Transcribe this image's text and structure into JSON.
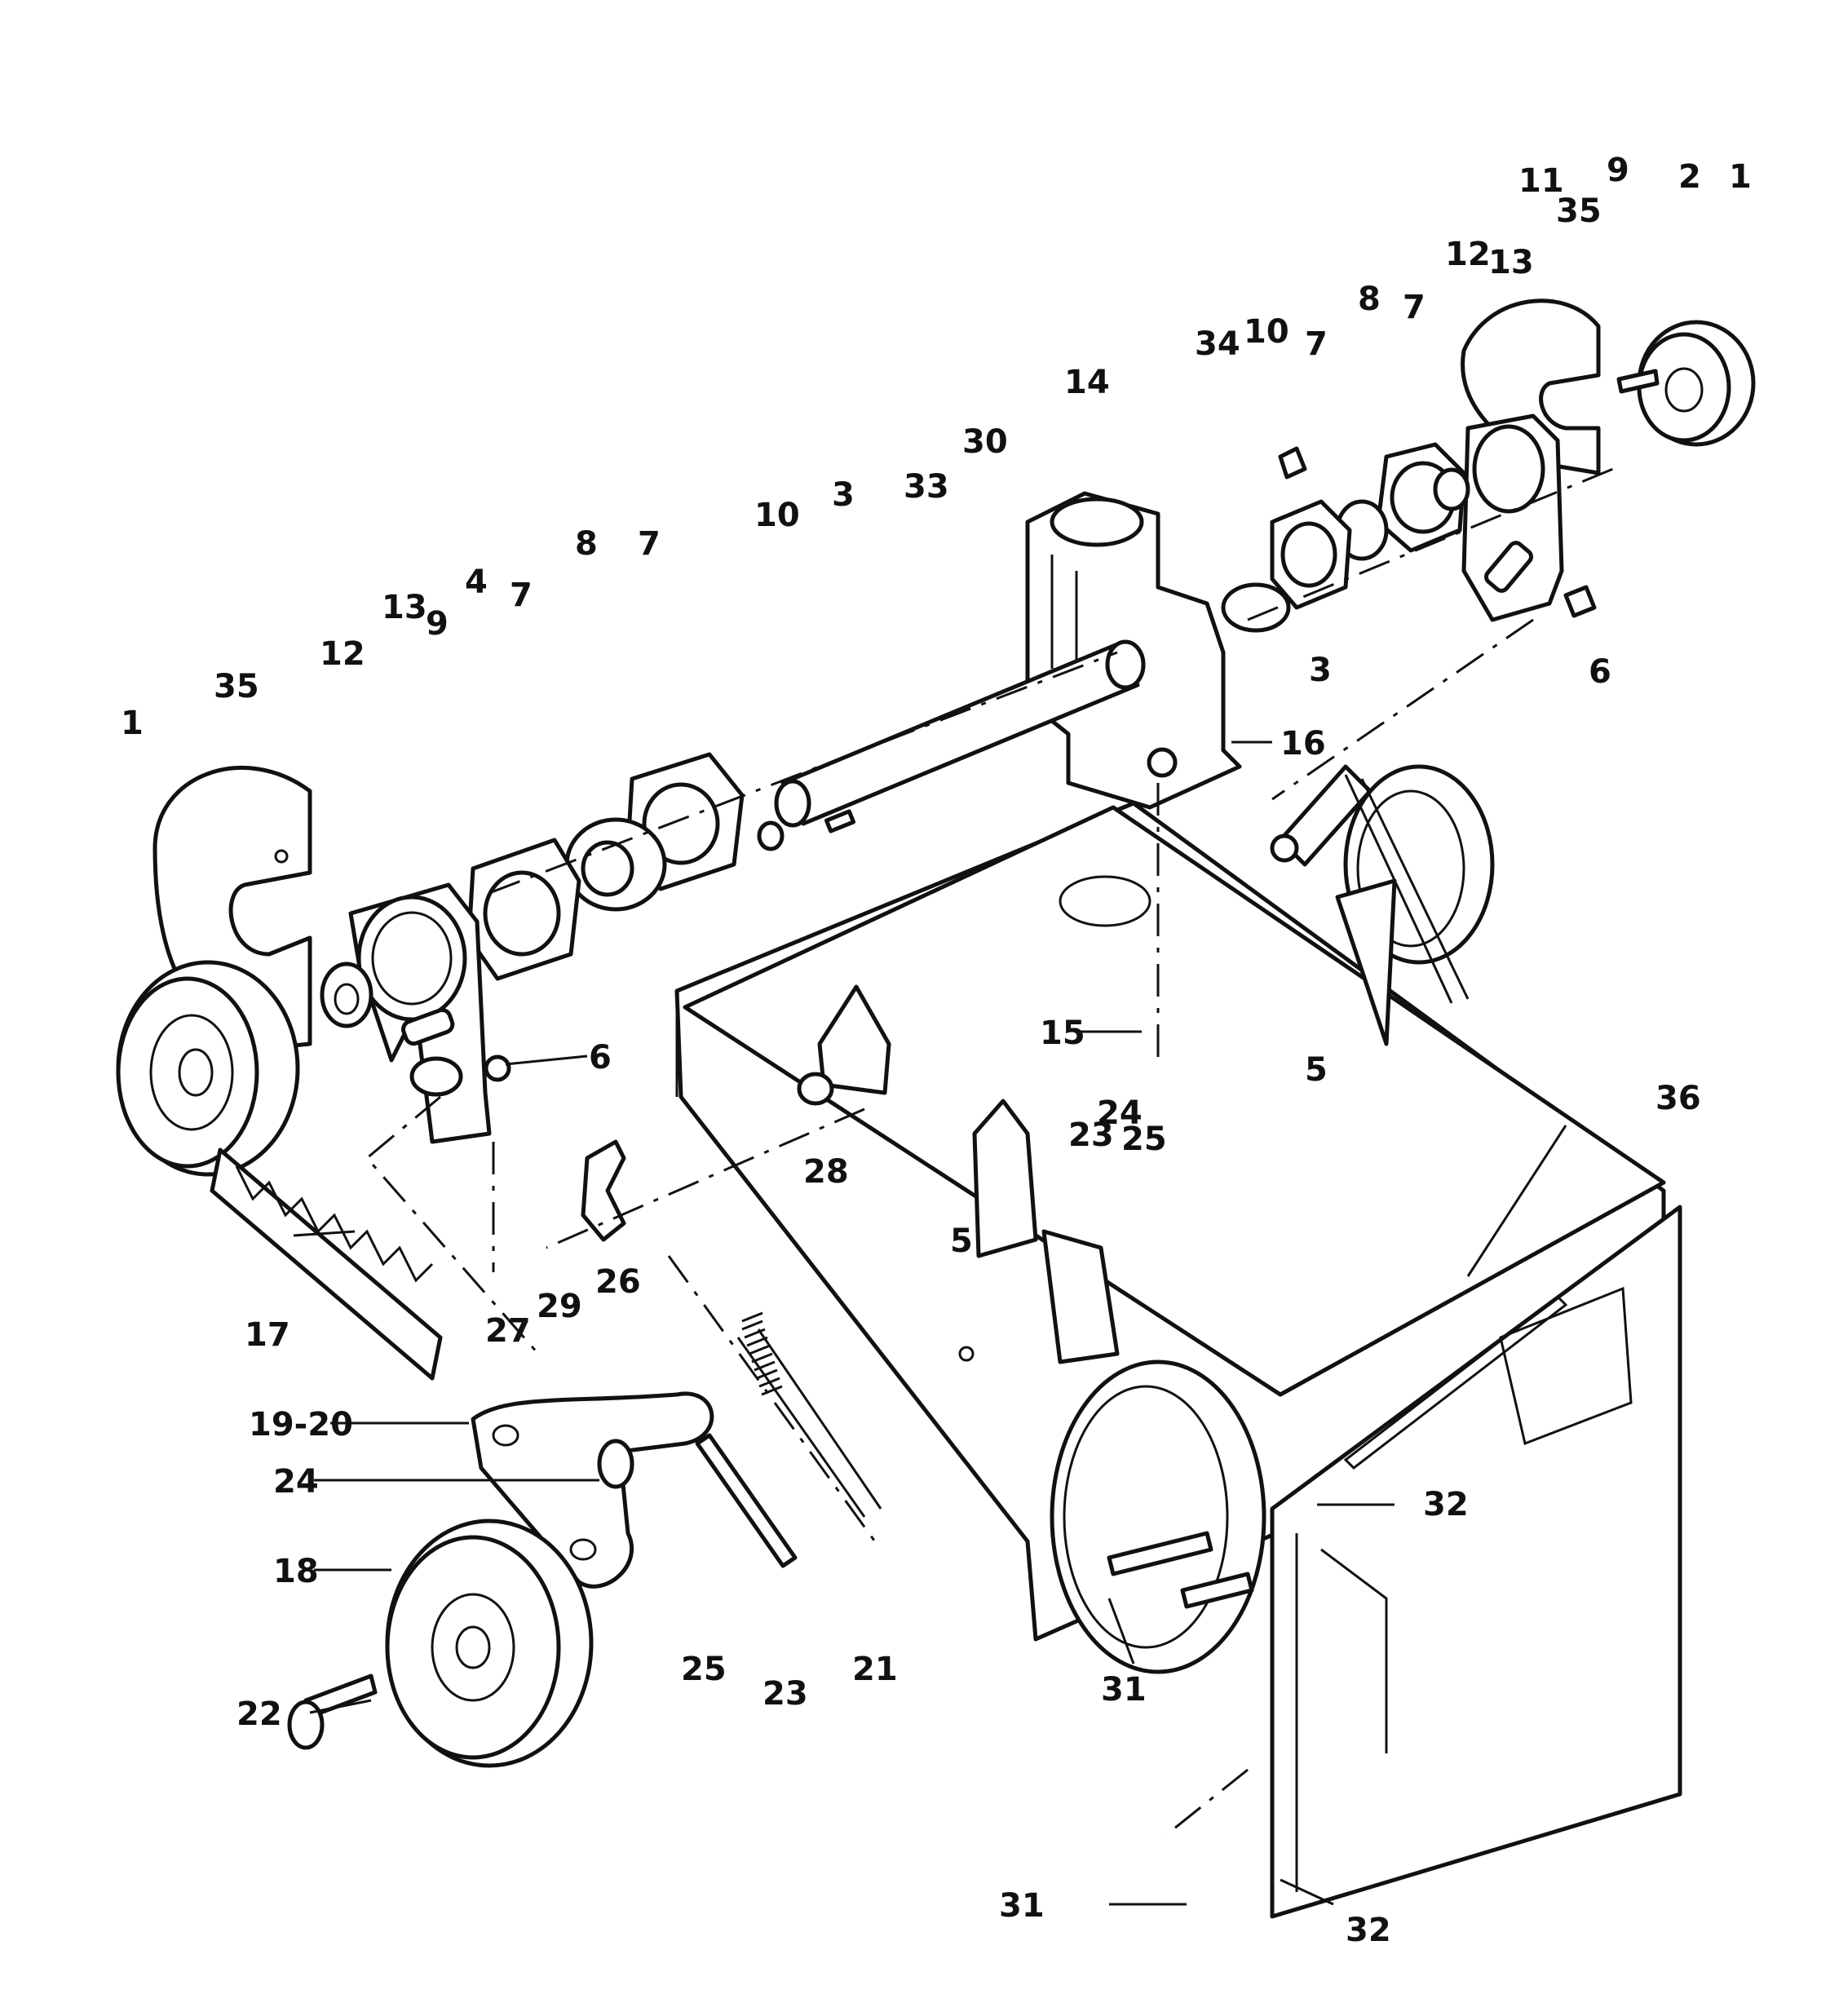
{
  "callouts": {
    "c1_left": "1",
    "c35_left": "35",
    "c12_left": "12",
    "c13_left": "13",
    "c9_left": "9",
    "c4": "4",
    "c7_left_a": "7",
    "c8_left": "8",
    "c7_left_b": "7",
    "c10_left": "10",
    "c3_top": "3",
    "c33": "33",
    "c30": "30",
    "c14": "14",
    "c34": "34",
    "c10_right": "10",
    "c7_right_a": "7",
    "c8_right": "8",
    "c7_right_b": "7",
    "c12_right": "12",
    "c13_right": "13",
    "c11": "11",
    "c35_right": "35",
    "c9_right": "9",
    "c2": "2",
    "c1_right": "1",
    "c3_bottom": "3",
    "c6_right": "6",
    "c16": "16",
    "c6_left": "6",
    "c15": "15",
    "c5_right": "5",
    "c28": "28",
    "c24_top": "24",
    "c23_top": "23",
    "c25_top": "25",
    "c5_mid": "5",
    "c27": "27",
    "c29": "29",
    "c26": "26",
    "c17": "17",
    "c36": "36",
    "c19_20": "19-20",
    "c24_bottom": "24",
    "c18": "18",
    "c25_bottom": "25",
    "c23_bottom": "23",
    "c21": "21",
    "c22": "22",
    "c32_top": "32",
    "c31_mid": "31",
    "c31_bottom": "31",
    "c32_bottom": "32"
  }
}
